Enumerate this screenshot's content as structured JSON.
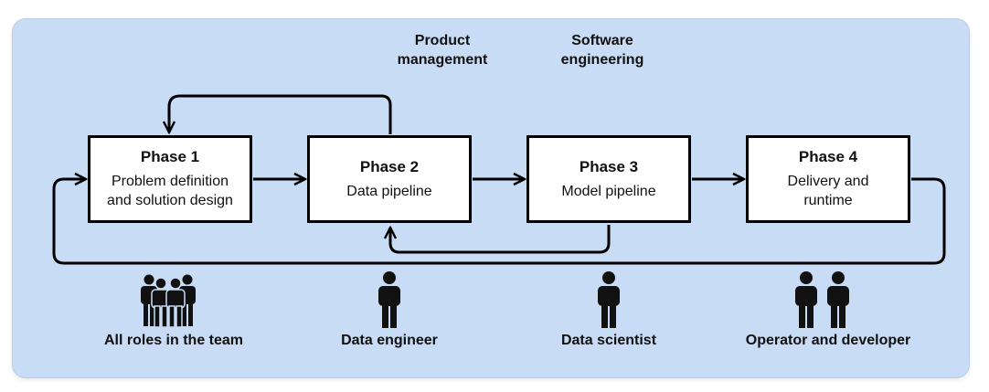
{
  "phases": [
    {
      "title": "Phase 1",
      "description": "Problem definition\nand solution design"
    },
    {
      "title": "Phase 2",
      "description": "Data pipeline"
    },
    {
      "title": "Phase 3",
      "description": "Model pipeline"
    },
    {
      "title": "Phase 4",
      "description": "Delivery and\nruntime"
    }
  ],
  "top_labels": {
    "product_management": "Product\nmanagement",
    "software_engineering": "Software\nengineering"
  },
  "roles": [
    {
      "label": "All roles in the team",
      "icon": "team-group-icon",
      "people": 4
    },
    {
      "label": "Data engineer",
      "icon": "person-icon",
      "people": 1
    },
    {
      "label": "Data scientist",
      "icon": "person-icon",
      "people": 1
    },
    {
      "label": "Operator and developer",
      "icon": "two-persons-icon",
      "people": 2
    }
  ],
  "colors": {
    "background": "#c9dcf5",
    "box_fill": "#ffffff",
    "line": "#000000"
  }
}
